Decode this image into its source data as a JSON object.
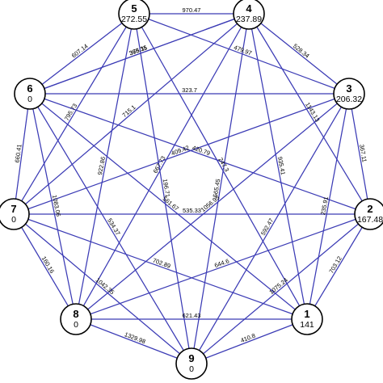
{
  "graph": {
    "nodes": [
      {
        "id": "1",
        "value": "141"
      },
      {
        "id": "2",
        "value": "167.48"
      },
      {
        "id": "3",
        "value": "206.32"
      },
      {
        "id": "4",
        "value": "237.89"
      },
      {
        "id": "5",
        "value": "272.55"
      },
      {
        "id": "6",
        "value": "0"
      },
      {
        "id": "7",
        "value": "0"
      },
      {
        "id": "8",
        "value": "0"
      },
      {
        "id": "9",
        "value": "0"
      }
    ],
    "edges": [
      {
        "from": "5",
        "to": "4",
        "label": "970.47"
      },
      {
        "from": "5",
        "to": "6",
        "label": "607.14"
      },
      {
        "from": "4",
        "to": "3",
        "label": "528.34"
      },
      {
        "from": "3",
        "to": "2",
        "label": "367.11"
      },
      {
        "from": "2",
        "to": "1",
        "label": "703.12"
      },
      {
        "from": "1",
        "to": "9",
        "label": "410.8"
      },
      {
        "from": "9",
        "to": "8",
        "label": "1329.98"
      },
      {
        "from": "8",
        "to": "7",
        "label": "160.16"
      },
      {
        "from": "7",
        "to": "6",
        "label": "660.41"
      },
      {
        "from": "5",
        "to": "3",
        "label": "479.97"
      },
      {
        "from": "4",
        "to": "6",
        "label": "368.35"
      },
      {
        "from": "6",
        "to": "3",
        "label": "323.7"
      },
      {
        "from": "6",
        "to": "8",
        "label": "1083.06"
      },
      {
        "from": "5",
        "to": "7",
        "label": "795.73"
      },
      {
        "from": "4",
        "to": "2",
        "label": "1143.13"
      },
      {
        "from": "3",
        "to": "1",
        "label": "235.91"
      },
      {
        "from": "6",
        "to": "2",
        "label": "420.79"
      },
      {
        "from": "5",
        "to": "1",
        "label": "247.3"
      },
      {
        "from": "4",
        "to": "8",
        "label": "667.73"
      },
      {
        "from": "4",
        "to": "9",
        "label": "565.45"
      },
      {
        "from": "5",
        "to": "8",
        "label": "922.86"
      },
      {
        "from": "7",
        "to": "3",
        "label": "409.42"
      },
      {
        "from": "6",
        "to": "1",
        "label": "561.67"
      },
      {
        "from": "5",
        "to": "9",
        "label": "196.71"
      },
      {
        "from": "7",
        "to": "2",
        "label": "535.33"
      },
      {
        "from": "3",
        "to": "8",
        "label": "1056.95"
      },
      {
        "from": "4",
        "to": "1",
        "label": "935.41"
      },
      {
        "from": "3",
        "to": "9",
        "label": "592.47"
      },
      {
        "from": "6",
        "to": "9",
        "label": "534.37"
      },
      {
        "from": "7",
        "to": "1",
        "label": "702.89"
      },
      {
        "from": "2",
        "to": "8",
        "label": "644.6"
      },
      {
        "from": "2",
        "to": "9",
        "label": "1075.24"
      },
      {
        "from": "7",
        "to": "9",
        "label": "1042.35"
      },
      {
        "from": "8",
        "to": "1",
        "label": "621.43"
      },
      {
        "from": "7",
        "to": "4",
        "label": "715.1"
      },
      {
        "from": "6",
        "to": "4",
        "label": "375.11"
      }
    ]
  }
}
